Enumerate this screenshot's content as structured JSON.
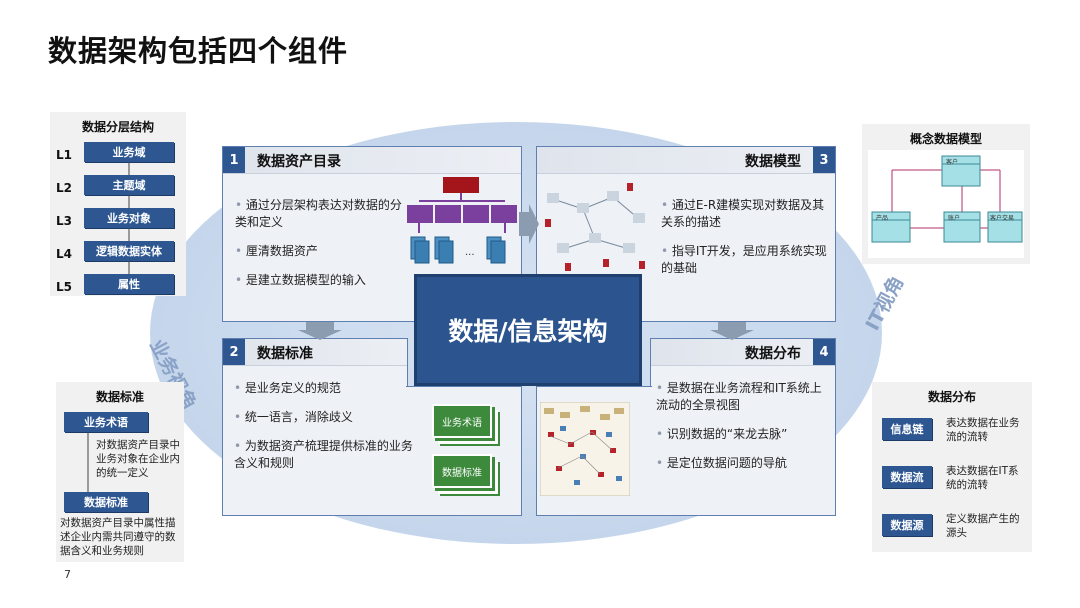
{
  "title": "数据架构包括四个组件",
  "page_number": "7",
  "center": "数据/信息架构",
  "view_labels": {
    "left": "业务视角",
    "right": "IT视角"
  },
  "panels": {
    "catalog": {
      "num": "1",
      "title": "数据资产目录",
      "bullets": [
        "通过分层架构表达对数据的分类和定义",
        "厘清数据资产",
        "是建立数据模型的输入"
      ]
    },
    "model": {
      "num": "3",
      "title": "数据模型",
      "bullets": [
        "通过E-R建模实现对数据及其关系的描述",
        "指导IT开发，是应用系统实现的基础"
      ]
    },
    "standard": {
      "num": "2",
      "title": "数据标准",
      "bullets": [
        "是业务定义的规范",
        "统一语言，消除歧义",
        "为数据资产梳理提供标准的业务含义和规则"
      ],
      "cards": [
        "业务术语",
        "数据标准"
      ]
    },
    "distribution": {
      "num": "4",
      "title": "数据分布",
      "bullets": [
        "是数据在业务流程和IT系统上流动的全景视图",
        "识别数据的“来龙去脉”",
        "是定位数据问题的导航"
      ]
    }
  },
  "layer_box": {
    "title": "数据分层结构",
    "levels": [
      {
        "code": "L1",
        "name": "业务域"
      },
      {
        "code": "L2",
        "name": "主题域"
      },
      {
        "code": "L3",
        "name": "业务对象"
      },
      {
        "code": "L4",
        "name": "逻辑数据实体"
      },
      {
        "code": "L5",
        "name": "属性"
      }
    ]
  },
  "concept_box": {
    "title": "概念数据模型",
    "entities": [
      "客户",
      "产品",
      "账户",
      "客户交易"
    ]
  },
  "standard_box": {
    "title": "数据标准",
    "term_label": "业务术语",
    "term_desc": "对数据资产目录中业务对象在企业内的统一定义",
    "std_label": "数据标准",
    "std_desc": "对数据资产目录中属性描述企业内需共同遵守的数据含义和业务规则"
  },
  "dist_box": {
    "title": "数据分布",
    "items": [
      {
        "label": "信息链",
        "desc": "表达数据在业务流的流转"
      },
      {
        "label": "数据流",
        "desc": "表达数据在IT系统的流转"
      },
      {
        "label": "数据源",
        "desc": "定义数据产生的源头"
      }
    ]
  },
  "colors": {
    "accent": "#2e5792",
    "panel_border": "#5f7fb0",
    "ellipse": "#c5d6ec",
    "org_top": "#a3151a",
    "org_mid": "#7b3f9e"
  }
}
